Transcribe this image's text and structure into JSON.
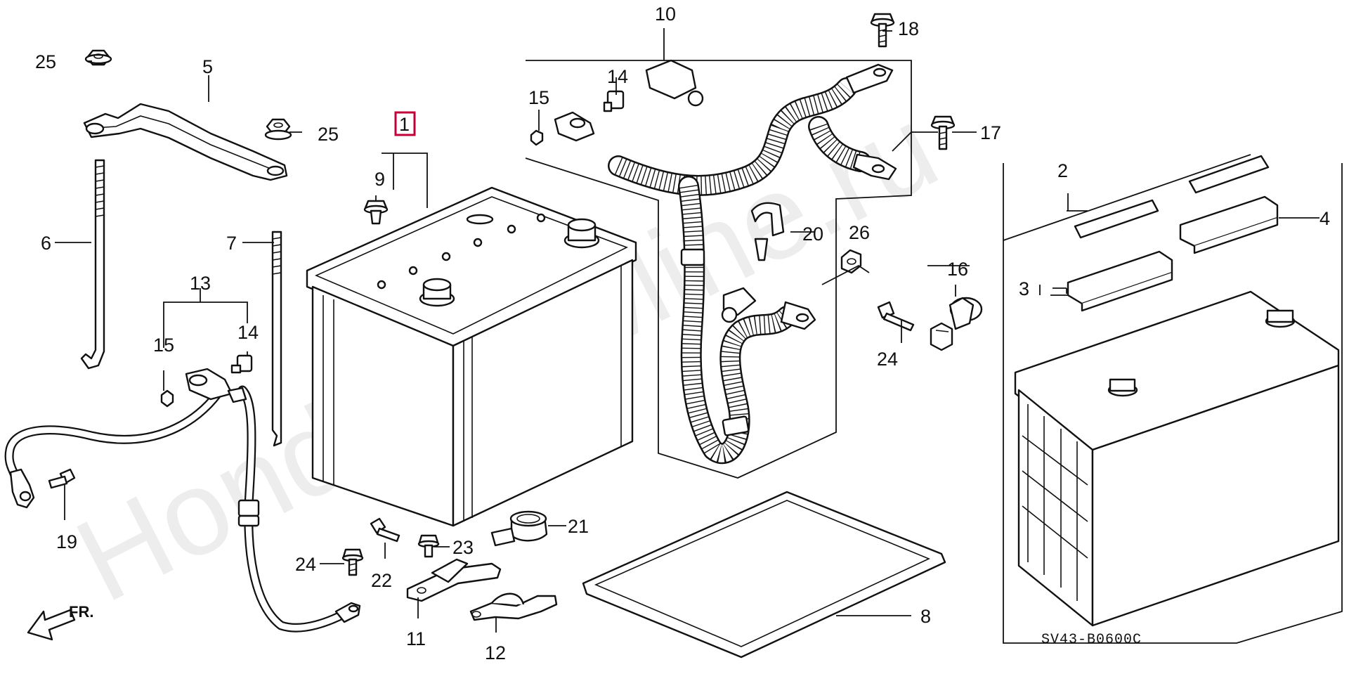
{
  "watermark": "HondaCarMine.ru",
  "diagram_code": "SV43-B0600C",
  "front_indicator": "FR.",
  "highlighted_part": "1",
  "callouts": {
    "p1": "1",
    "p2": "2",
    "p3": "3",
    "p4": "4",
    "p5": "5",
    "p6": "6",
    "p7": "7",
    "p8": "8",
    "p9": "9",
    "p10": "10",
    "p11": "11",
    "p12": "12",
    "p13": "13",
    "p14a": "14",
    "p14b": "14",
    "p15a": "15",
    "p15b": "15",
    "p16": "16",
    "p17": "17",
    "p18": "18",
    "p19": "19",
    "p20": "20",
    "p21": "21",
    "p22": "22",
    "p23": "23",
    "p24a": "24",
    "p24b": "24",
    "p25a": "25",
    "p25b": "25",
    "p26": "26"
  },
  "colors": {
    "highlight": "#c0003a",
    "ink": "#111111",
    "watermark": "#d9d9d9"
  }
}
